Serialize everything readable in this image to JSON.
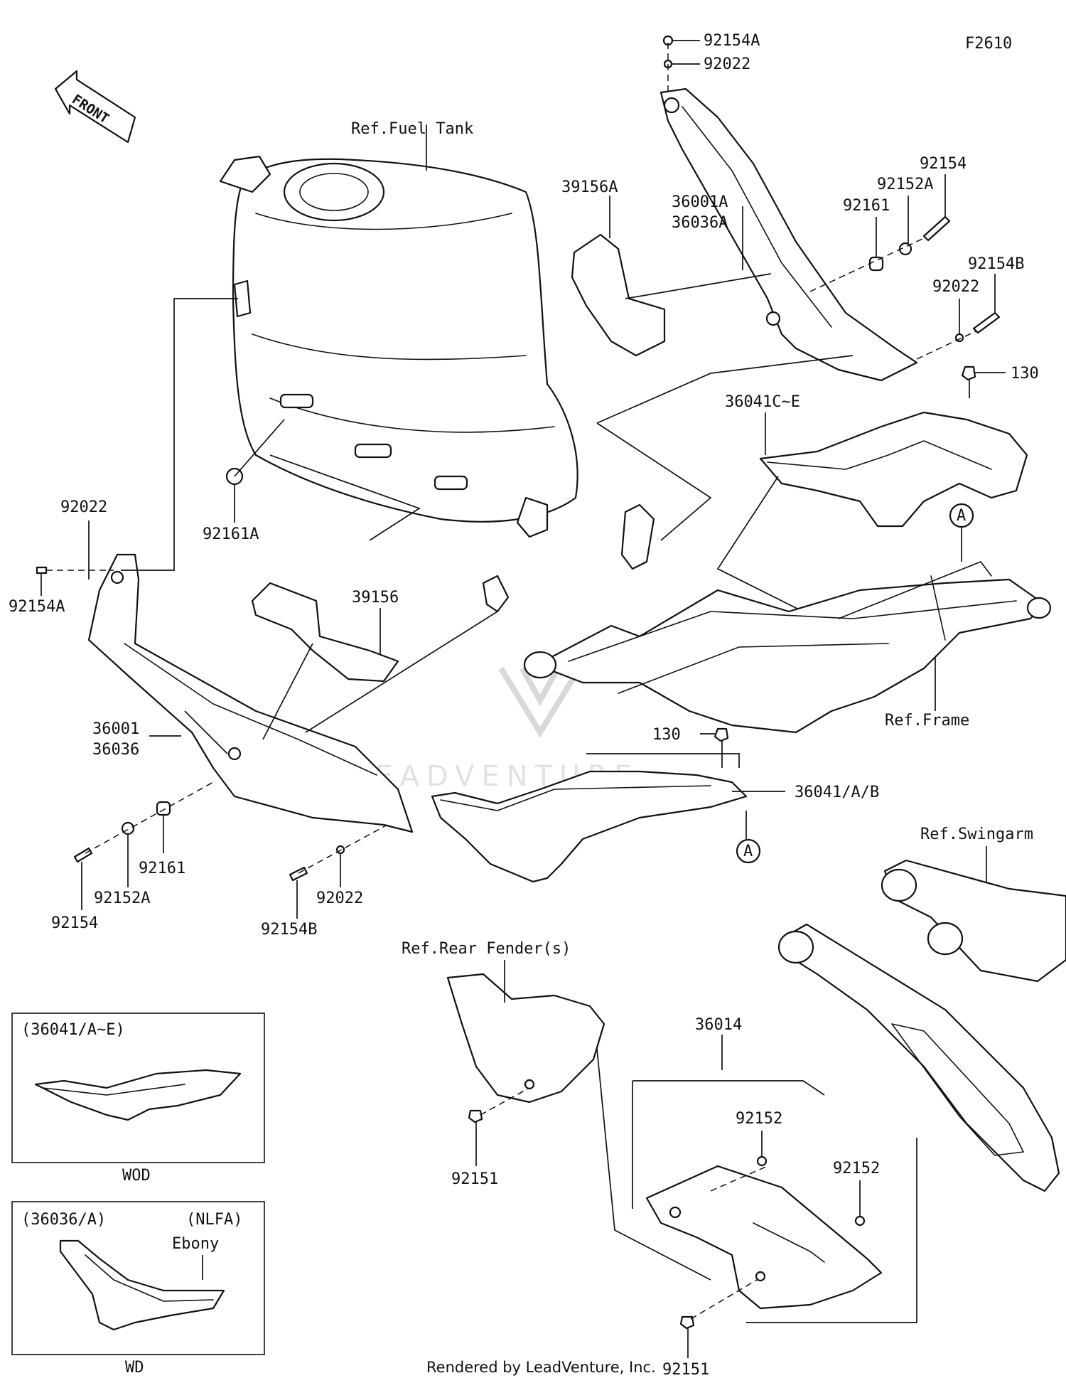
{
  "figure_code": "F2610",
  "front_arrow_text": "FRONT",
  "references": {
    "fuel_tank": "Ref.Fuel Tank",
    "frame": "Ref.Frame",
    "swingarm": "Ref.Swingarm",
    "rear_fender": "Ref.Rear Fender(s)"
  },
  "callout_marker": "A",
  "parts": {
    "top_92154A": "92154A",
    "top_92022": "92022",
    "top_92154": "92154",
    "top_92152A": "92152A",
    "top_92161": "92161",
    "top_39156A": "39156A",
    "top_36001A": "36001A",
    "top_36036A": "36036A",
    "top_92154B": "92154B",
    "top_92022b": "92022",
    "top_130": "130",
    "top_36041CE": "36041C~E",
    "tank_92161A": "92161A",
    "left_92022": "92022",
    "left_92154A": "92154A",
    "left_39156": "39156",
    "left_36001": "36001",
    "left_36036": "36036",
    "left_92161": "92161",
    "left_92152A": "92152A",
    "left_92154": "92154",
    "left_92022b": "92022",
    "left_92154B": "92154B",
    "mid_130": "130",
    "mid_36041AB": "36041/A/B",
    "rear_36014": "36014",
    "rear_92152a": "92152",
    "rear_92152b": "92152",
    "rear_92151a": "92151",
    "rear_92151b": "92151"
  },
  "inset_1": {
    "title": "(36041/A~E)",
    "caption": "WOD"
  },
  "inset_2": {
    "title": "(36036/A)",
    "tag": "(NLFA)",
    "color_label": "Ebony",
    "caption": "WD"
  },
  "watermark_text": "LEADVENTURE",
  "footer": "Rendered by LeadVenture, Inc."
}
